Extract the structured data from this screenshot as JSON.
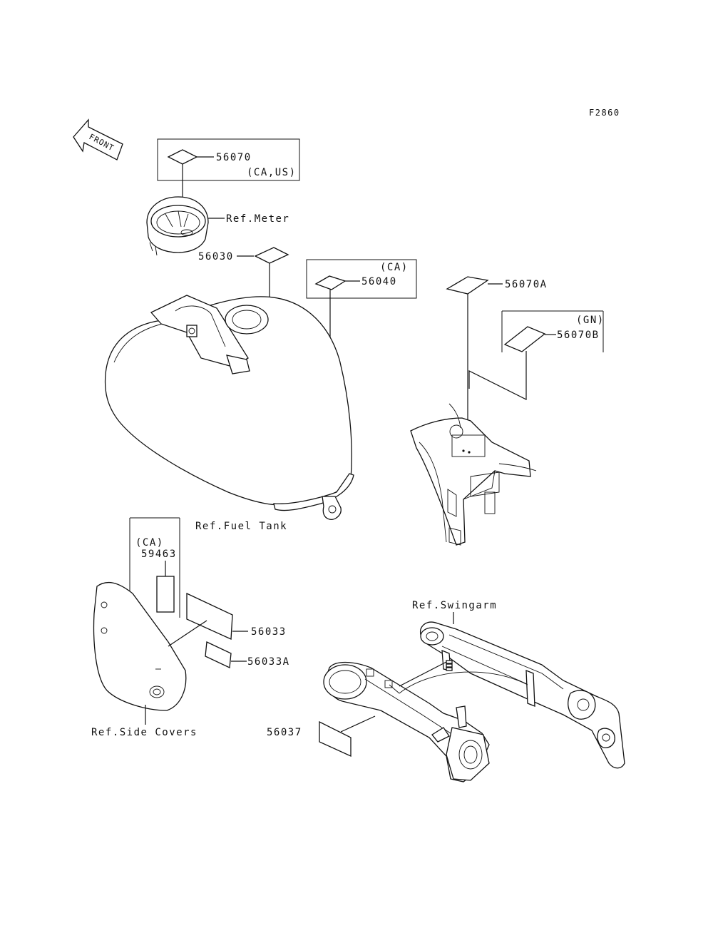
{
  "figure_code": "F2860",
  "front_arrow": "FRONT",
  "callouts": {
    "p56070": "56070",
    "p56070_note": "(CA,US)",
    "ref_meter": "Ref.Meter",
    "p56030": "56030",
    "p56040_note": "(CA)",
    "p56040": "56040",
    "p56070A": "56070A",
    "p56070B_note": "(GN)",
    "p56070B": "56070B",
    "ref_fuel_tank": "Ref.Fuel Tank",
    "p59463_note": "(CA)",
    "p59463": "59463",
    "p56033": "56033",
    "p56033A": "56033A",
    "ref_side_covers": "Ref.Side Covers",
    "ref_swingarm": "Ref.Swingarm",
    "p56037": "56037"
  }
}
